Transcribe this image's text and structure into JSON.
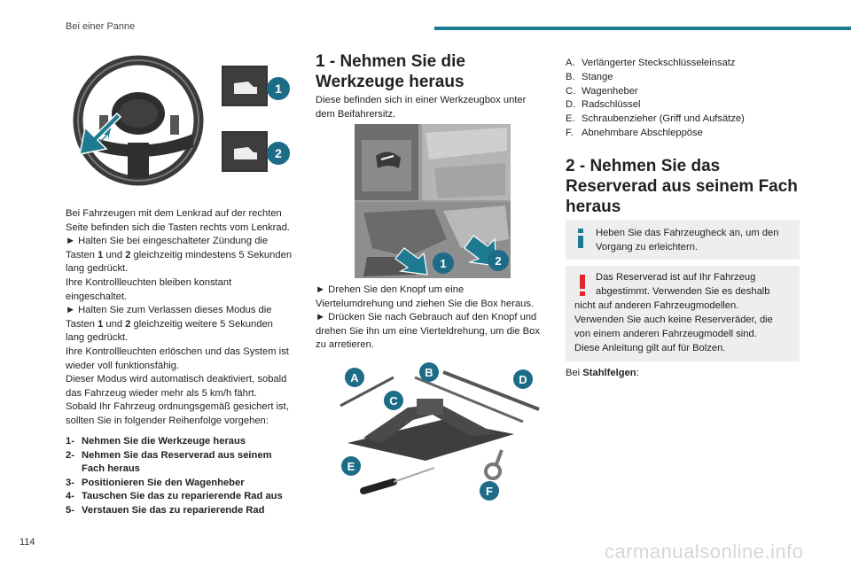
{
  "header": {
    "section_title": "Bei einer Panne"
  },
  "page_number": "114",
  "watermark": "carmanualsonline.info",
  "col1": {
    "figure_labels": [
      "1",
      "2"
    ],
    "lines": [
      "Bei Fahrzeugen mit dem Lenkrad auf der rechten",
      "Seite befinden sich die Tasten rechts vom Lenkrad.",
      "► Halten Sie bei eingeschalteter Zündung die",
      "Tasten",
      "1",
      "und",
      "2",
      "gleichzeitig mindestens 5 Sekunden",
      "lang gedrückt.",
      "Ihre Kontrollleuchten bleiben konstant",
      "eingeschaltet.",
      "► Halten Sie zum Verlassen dieses Modus die",
      "gleichzeitig weitere 5 Sekunden",
      "Ihre Kontrollleuchten erlöschen und das System ist",
      "wieder voll funktionsfähig.",
      "Dieser Modus wird automatisch deaktiviert, sobald",
      "das Fahrzeug wieder mehr als 5 km/h fährt.",
      "Sobald Ihr Fahrzeug ordnungsgemäß gesichert ist,",
      "sollten Sie in folgender Reihenfolge vorgehen:"
    ],
    "steps": [
      {
        "num": "1-",
        "text": "Nehmen Sie die Werkzeuge heraus"
      },
      {
        "num": "2-",
        "text": "Nehmen Sie das Reserverad aus seinem"
      },
      {
        "num": "",
        "text": "Fach heraus"
      },
      {
        "num": "3-",
        "text": "Positionieren Sie den Wagenheber"
      },
      {
        "num": "4-",
        "text": "Tauschen Sie das zu reparierende Rad aus"
      },
      {
        "num": "5-",
        "text": "Verstauen Sie das zu reparierende Rad"
      }
    ]
  },
  "col2": {
    "heading_line1": "1 - Nehmen Sie die",
    "heading_line2": "Werkzeuge heraus",
    "intro1": "Diese befinden sich in einer Werkzeugbox unter",
    "intro2": "dem Beifahrersitz.",
    "figure_labels": [
      "1",
      "2"
    ],
    "after": [
      "► Drehen Sie den Knopf um eine",
      "Viertelumdrehung und ziehen Sie die Box heraus.",
      "► Drücken Sie nach Gebrauch auf den Knopf und",
      "drehen Sie ihn um eine Vierteldrehung, um die Box",
      "zu arretieren."
    ],
    "tools_labels": [
      "A",
      "B",
      "C",
      "D",
      "E",
      "F"
    ]
  },
  "col3": {
    "list": [
      {
        "key": "A.",
        "text": "Verlängerter Steckschlüsseleinsatz"
      },
      {
        "key": "B.",
        "text": "Stange"
      },
      {
        "key": "C.",
        "text": "Wagenheber"
      },
      {
        "key": "D.",
        "text": "Radschlüssel"
      },
      {
        "key": "E.",
        "text": "Schraubenzieher (Griff und Aufsätze)"
      },
      {
        "key": "F.",
        "text": "Abnehmbare Abschleppöse"
      }
    ],
    "heading_line1": "2 - Nehmen Sie das",
    "heading_line2": "Reserverad aus seinem Fach",
    "heading_line3": "heraus",
    "info_line1": "Heben Sie das Fahrzeugheck an, um den",
    "info_line2": "Vorgang zu erleichtern.",
    "warn_lines": [
      "Das Reserverad ist auf Ihr Fahrzeug",
      "abgestimmt. Verwenden Sie es deshalb",
      "nicht auf anderen Fahrzeugmodellen.",
      "Verwenden Sie auch keine Reserveräder, die",
      "von einem anderen Fahrzeugmodell sind.",
      "Diese Anleitung gilt auf für Bolzen."
    ],
    "bei": "Bei",
    "stahl": "Stahlfelgen",
    "colon": ":"
  },
  "colors": {
    "accent": "#1d7a90",
    "badge": "#1d6c87",
    "warning": "#e3262b"
  }
}
